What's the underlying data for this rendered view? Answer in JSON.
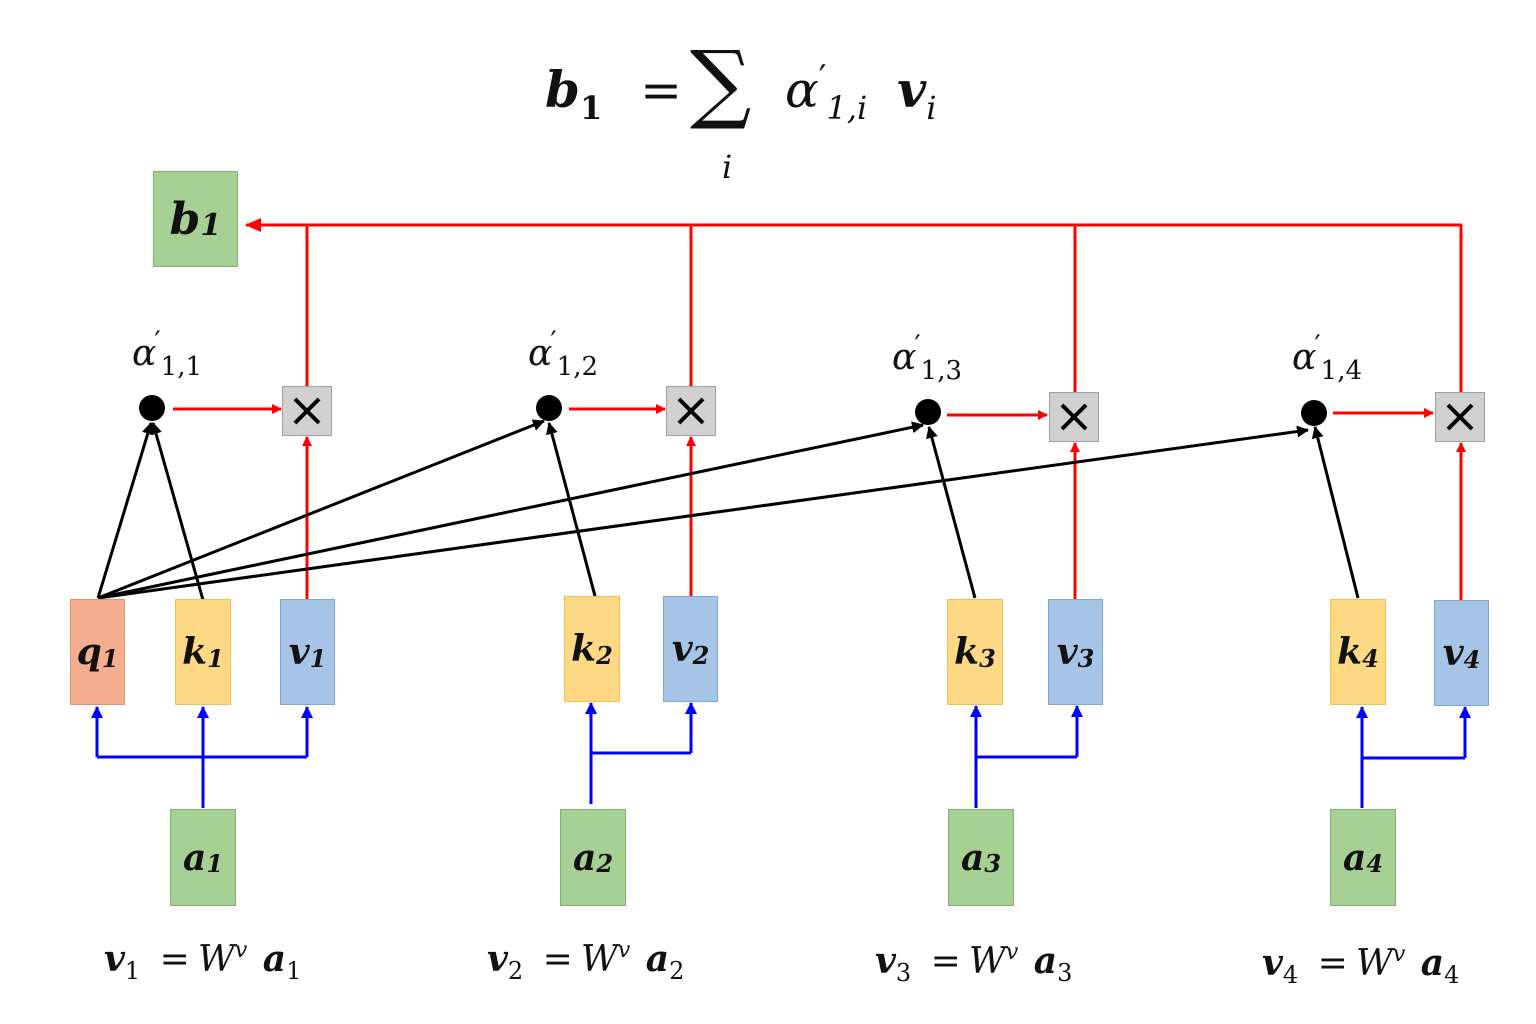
{
  "colors": {
    "red_arrow": "#ff0000",
    "blue_arrow": "#0000ff",
    "black_arrow": "#000000",
    "a_box": "#a6cf93",
    "q_box": "#f4ad8e",
    "k_box": "#fed985",
    "v_box": "#a5c4e6",
    "mul_box": "#d0d0d0"
  },
  "icons": {
    "multiply": "multiply-icon",
    "dot": "filled-circle"
  },
  "top_formula": {
    "lhs_var": "b",
    "lhs_sub": "1",
    "equals": "=",
    "sum": "∑",
    "sum_index": "i",
    "alpha": "α",
    "prime": "′",
    "alpha_sub": "1,i",
    "v_var": "v",
    "v_sub": "i"
  },
  "output": {
    "var": "b",
    "sub": "1"
  },
  "query": {
    "var": "q",
    "sub": "1"
  },
  "columns": [
    {
      "a_var": "a",
      "a_sub": "1",
      "k_var": "k",
      "k_sub": "1",
      "v_var": "v",
      "v_sub": "1",
      "alpha": "α",
      "alpha_sub": "1,1",
      "eq_v": "v",
      "eq_v_sub": "1",
      "eq_eq": "=",
      "eq_W": "W",
      "eq_sup": "v",
      "eq_a": "a",
      "eq_a_sub": "1"
    },
    {
      "a_var": "a",
      "a_sub": "2",
      "k_var": "k",
      "k_sub": "2",
      "v_var": "v",
      "v_sub": "2",
      "alpha": "α",
      "alpha_sub": "1,2",
      "eq_v": "v",
      "eq_v_sub": "2",
      "eq_eq": "=",
      "eq_W": "W",
      "eq_sup": "v",
      "eq_a": "a",
      "eq_a_sub": "2"
    },
    {
      "a_var": "a",
      "a_sub": "3",
      "k_var": "k",
      "k_sub": "3",
      "v_var": "v",
      "v_sub": "3",
      "alpha": "α",
      "alpha_sub": "1,3",
      "eq_v": "v",
      "eq_v_sub": "3",
      "eq_eq": "=",
      "eq_W": "W",
      "eq_sup": "v",
      "eq_a": "a",
      "eq_a_sub": "3"
    },
    {
      "a_var": "a",
      "a_sub": "4",
      "k_var": "k",
      "k_sub": "4",
      "v_var": "v",
      "v_sub": "4",
      "alpha": "α",
      "alpha_sub": "1,4",
      "eq_v": "v",
      "eq_v_sub": "4",
      "eq_eq": "=",
      "eq_W": "W",
      "eq_sup": "v",
      "eq_a": "a",
      "eq_a_sub": "4"
    }
  ]
}
